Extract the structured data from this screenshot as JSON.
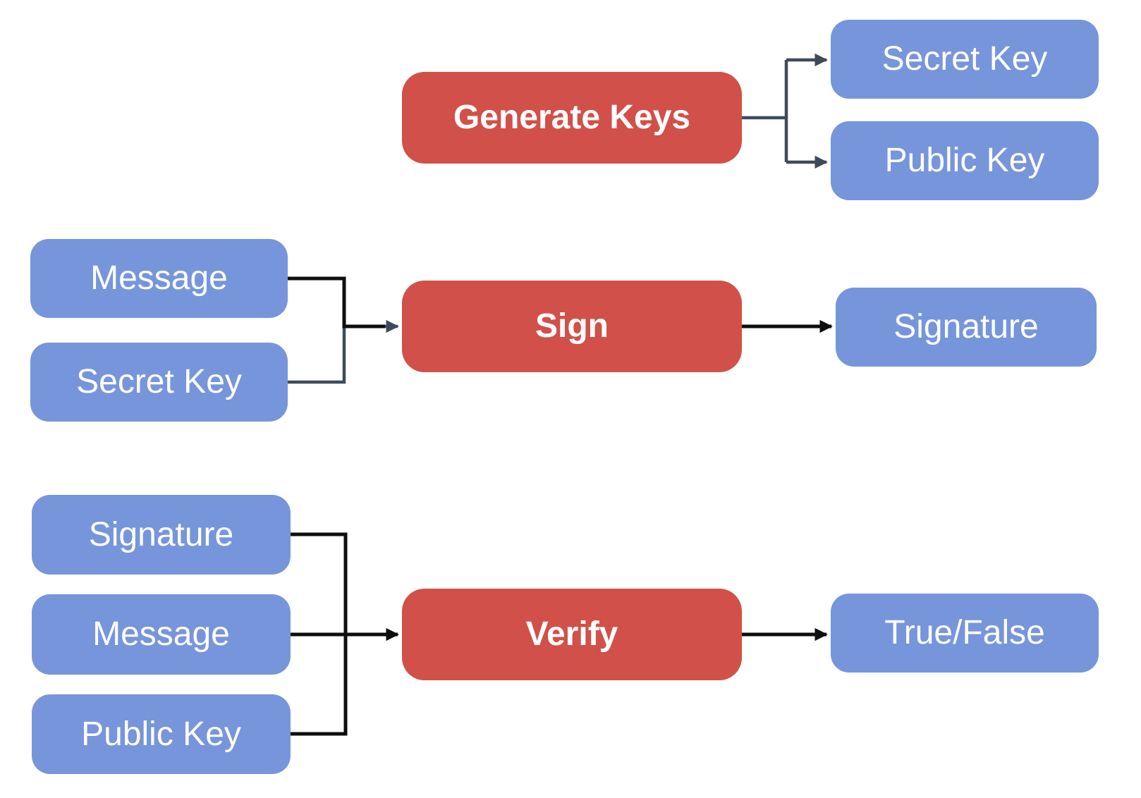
{
  "colors": {
    "process_fill": "#D15049",
    "data_fill": "#7795DB",
    "label_text": "#FFFFFF",
    "connector_dark": "#3E4A5C",
    "connector_black": "#0E0E0E",
    "background": "#FFFFFF"
  },
  "nodes": {
    "generate_keys": {
      "label": "Generate Keys",
      "type": "process"
    },
    "secret_key_out": {
      "label": "Secret Key",
      "type": "data"
    },
    "public_key_out": {
      "label": "Public Key",
      "type": "data"
    },
    "message_sign": {
      "label": "Message",
      "type": "data"
    },
    "secret_key_sign": {
      "label": "Secret Key",
      "type": "data"
    },
    "sign": {
      "label": "Sign",
      "type": "process"
    },
    "signature_out": {
      "label": "Signature",
      "type": "data"
    },
    "signature_verify": {
      "label": "Signature",
      "type": "data"
    },
    "message_verify": {
      "label": "Message",
      "type": "data"
    },
    "public_key_verify": {
      "label": "Public Key",
      "type": "data"
    },
    "verify": {
      "label": "Verify",
      "type": "process"
    },
    "true_false": {
      "label": "True/False",
      "type": "data"
    }
  },
  "edges": [
    {
      "from": "generate_keys",
      "to": "secret_key_out"
    },
    {
      "from": "generate_keys",
      "to": "public_key_out"
    },
    {
      "from": "message_sign",
      "to": "sign"
    },
    {
      "from": "secret_key_sign",
      "to": "sign"
    },
    {
      "from": "sign",
      "to": "signature_out"
    },
    {
      "from": "signature_verify",
      "to": "verify"
    },
    {
      "from": "message_verify",
      "to": "verify"
    },
    {
      "from": "public_key_verify",
      "to": "verify"
    },
    {
      "from": "verify",
      "to": "true_false"
    }
  ]
}
